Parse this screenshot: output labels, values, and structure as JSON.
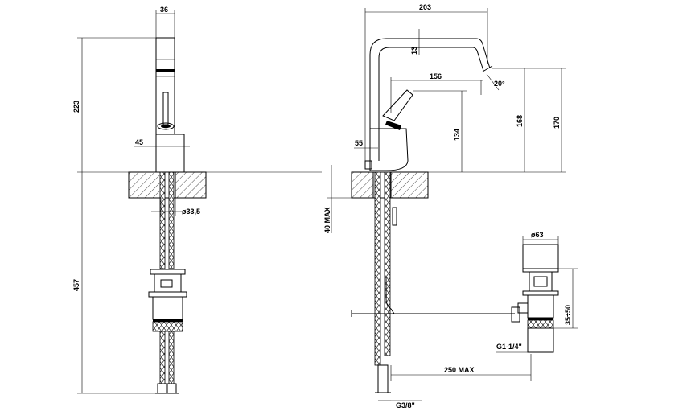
{
  "drawing": {
    "view": "technical drawing – basin mixer, side and front elevations",
    "dimensions": {
      "front_width_top": "36",
      "front_height_upper": "223",
      "front_height_lower": "457",
      "front_base_width": "45",
      "hole_diameter": "ø33,5",
      "side_total_width": "203",
      "side_spout_height": "13",
      "side_lever_reach": "156",
      "spout_angle": "20°",
      "side_base_width": "55",
      "side_height_134": "134",
      "side_height_168": "168",
      "side_height_170": "170",
      "max_thickness": "40 MAX",
      "waste_diameter": "ø63",
      "waste_adjust": "35÷50",
      "waste_thread": "G1-1/4\"",
      "rod_max": "250 MAX",
      "hose_thread": "G3/8\""
    }
  }
}
